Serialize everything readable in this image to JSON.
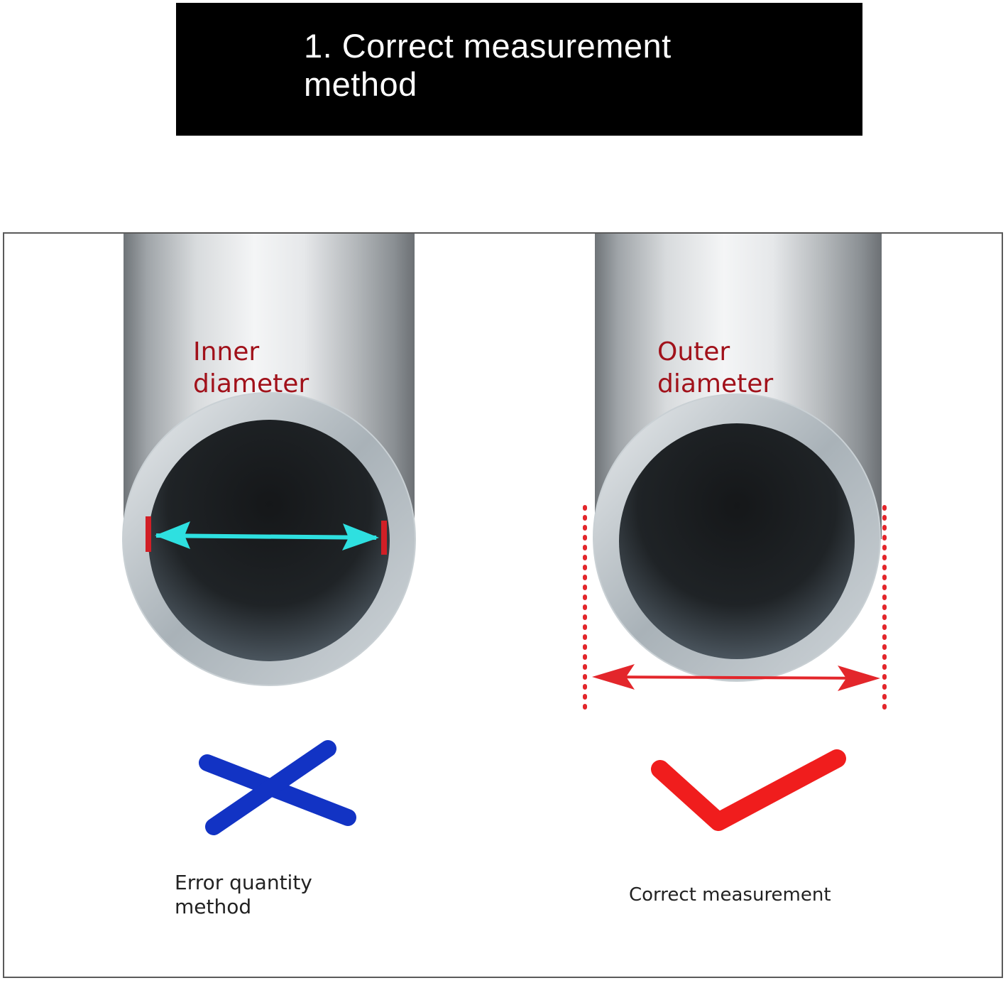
{
  "header": {
    "title": "1. Correct measurement\nmethod"
  },
  "left_panel": {
    "pipe_label": "Inner\ndiameter",
    "caption": "Error quantity\nmethod",
    "mark": "cross-icon"
  },
  "right_panel": {
    "pipe_label": "Outer\ndiameter",
    "caption": "Correct measurement",
    "mark": "checkmark-icon"
  },
  "colors": {
    "banner": "#000000",
    "label_red": "#a1111a",
    "inner_arrow": "#2ee0e0",
    "outer_arrow": "#e3262b",
    "cross": "#1233c4",
    "check": "#f01d1d"
  }
}
